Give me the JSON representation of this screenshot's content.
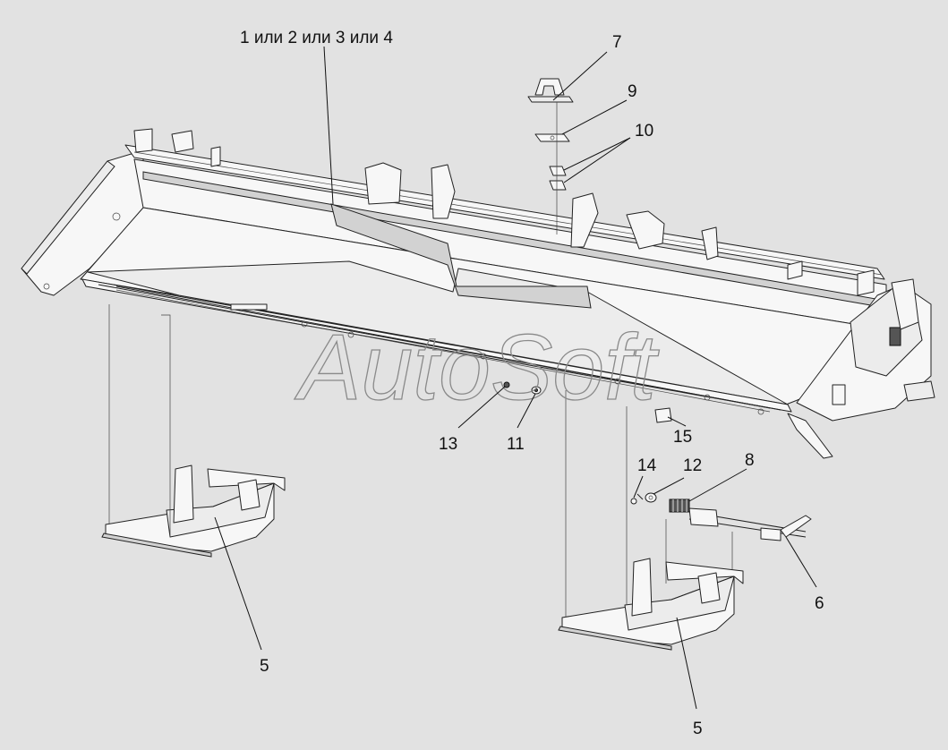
{
  "callouts": {
    "c1": "1 или 2 или 3 или 4",
    "c7": "7",
    "c9": "9",
    "c10": "10",
    "c13": "13",
    "c11": "11",
    "c15": "15",
    "c14": "14",
    "c12": "12",
    "c8": "8",
    "c6": "6",
    "c5a": "5",
    "c5b": "5"
  },
  "watermark": "AutoSoft"
}
